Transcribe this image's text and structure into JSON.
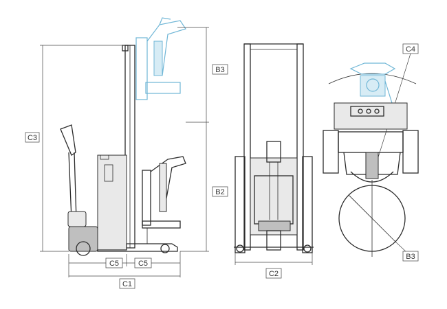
{
  "labels": {
    "c3": "C3",
    "b3_side": "B3",
    "b2": "B2",
    "c5_left": "C5",
    "c5_right": "C5",
    "c1": "C1",
    "c2": "C2",
    "c4": "C4",
    "b3_top": "B3"
  },
  "colors": {
    "line": "#2b2b2b",
    "ghost": "#6fb6d6",
    "fill": "#e9e9e9"
  }
}
